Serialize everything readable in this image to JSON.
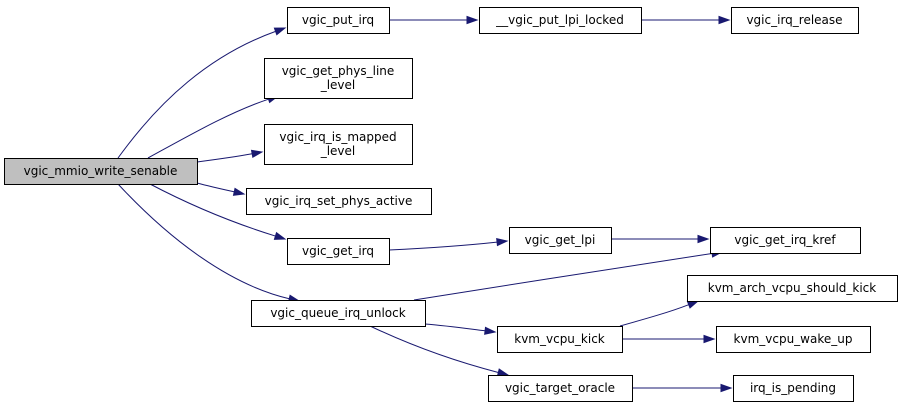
{
  "colors": {
    "edge": "#191970",
    "node_fill": "#ffffff",
    "focus_fill": "#bfbfbf",
    "node_border": "#000000"
  },
  "graph": {
    "focus_node": "vgic_mmio_write_senable",
    "nodes": {
      "vgic_mmio_write_senable": {
        "lines": [
          "vgic_mmio_write_senable"
        ],
        "focus": true
      },
      "vgic_put_irq": {
        "lines": [
          "vgic_put_irq"
        ]
      },
      "vgic_put_lpi_locked": {
        "lines": [
          "__vgic_put_lpi_locked"
        ]
      },
      "vgic_irq_release": {
        "lines": [
          "vgic_irq_release"
        ]
      },
      "vgic_get_phys_line_level": {
        "lines": [
          "vgic_get_phys_line",
          "_level"
        ]
      },
      "vgic_irq_is_mapped_level": {
        "lines": [
          "vgic_irq_is_mapped",
          "_level"
        ]
      },
      "vgic_irq_set_phys_active": {
        "lines": [
          "vgic_irq_set_phys_active"
        ]
      },
      "vgic_get_irq": {
        "lines": [
          "vgic_get_irq"
        ]
      },
      "vgic_get_lpi": {
        "lines": [
          "vgic_get_lpi"
        ]
      },
      "vgic_get_irq_kref": {
        "lines": [
          "vgic_get_irq_kref"
        ]
      },
      "vgic_queue_irq_unlock": {
        "lines": [
          "vgic_queue_irq_unlock"
        ]
      },
      "kvm_arch_vcpu_should_kick": {
        "lines": [
          "kvm_arch_vcpu_should_kick"
        ]
      },
      "kvm_vcpu_kick": {
        "lines": [
          "kvm_vcpu_kick"
        ]
      },
      "kvm_vcpu_wake_up": {
        "lines": [
          "kvm_vcpu_wake_up"
        ]
      },
      "vgic_target_oracle": {
        "lines": [
          "vgic_target_oracle"
        ]
      },
      "irq_is_pending": {
        "lines": [
          "irq_is_pending"
        ]
      }
    },
    "edges": [
      {
        "from": "vgic_mmio_write_senable",
        "to": "vgic_put_irq"
      },
      {
        "from": "vgic_put_irq",
        "to": "vgic_put_lpi_locked"
      },
      {
        "from": "vgic_put_lpi_locked",
        "to": "vgic_irq_release"
      },
      {
        "from": "vgic_mmio_write_senable",
        "to": "vgic_get_phys_line_level"
      },
      {
        "from": "vgic_mmio_write_senable",
        "to": "vgic_irq_is_mapped_level"
      },
      {
        "from": "vgic_mmio_write_senable",
        "to": "vgic_irq_set_phys_active"
      },
      {
        "from": "vgic_mmio_write_senable",
        "to": "vgic_get_irq"
      },
      {
        "from": "vgic_get_irq",
        "to": "vgic_get_lpi"
      },
      {
        "from": "vgic_get_lpi",
        "to": "vgic_get_irq_kref"
      },
      {
        "from": "vgic_mmio_write_senable",
        "to": "vgic_queue_irq_unlock"
      },
      {
        "from": "vgic_queue_irq_unlock",
        "to": "vgic_get_irq_kref"
      },
      {
        "from": "vgic_queue_irq_unlock",
        "to": "kvm_vcpu_kick"
      },
      {
        "from": "kvm_vcpu_kick",
        "to": "kvm_arch_vcpu_should_kick"
      },
      {
        "from": "kvm_vcpu_kick",
        "to": "kvm_vcpu_wake_up"
      },
      {
        "from": "vgic_queue_irq_unlock",
        "to": "vgic_target_oracle"
      },
      {
        "from": "vgic_target_oracle",
        "to": "irq_is_pending"
      }
    ]
  }
}
